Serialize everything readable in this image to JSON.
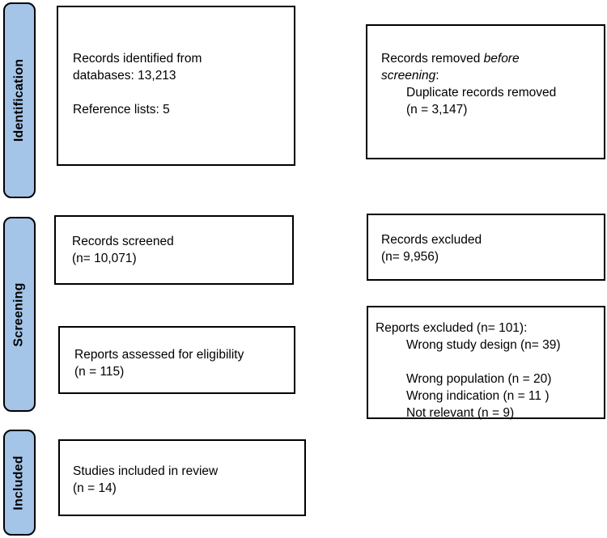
{
  "colors": {
    "stage_label_fill": "#a4c4e8",
    "stage_label_border": "#000000",
    "box_border": "#000000",
    "box_fill": "#ffffff",
    "text": "#000000"
  },
  "stages": {
    "identification": {
      "label": "Identification"
    },
    "screening": {
      "label": "Screening"
    },
    "included": {
      "label": "Included"
    }
  },
  "boxes": {
    "records_identified": {
      "line1": "Records identified from",
      "line2": "databases: 13,213",
      "line3": "Reference lists: 5"
    },
    "records_removed": {
      "line1_regular": "Records removed ",
      "line1_italic": "before",
      "line2_italic": "screening",
      "line2_regular": ":",
      "line3": "Duplicate records removed",
      "line4": "(n = 3,147)"
    },
    "records_screened": {
      "line1": "Records screened",
      "line2": "(n= 10,071)"
    },
    "records_excluded": {
      "line1": "Records excluded",
      "line2": "(n= 9,956)"
    },
    "reports_assessed": {
      "line1": "Reports assessed for eligibility",
      "line2": "(n = 115)"
    },
    "reports_excluded": {
      "line1": "Reports excluded (n= 101):",
      "line2": "Wrong study design (n= 39)",
      "line3": "Wrong population (n = 20)",
      "line4": "Wrong indication (n = 11 )",
      "line5": "Not relevant (n = 9)"
    },
    "studies_included": {
      "line1": "Studies included in review",
      "line2": "(n = 14)"
    }
  }
}
